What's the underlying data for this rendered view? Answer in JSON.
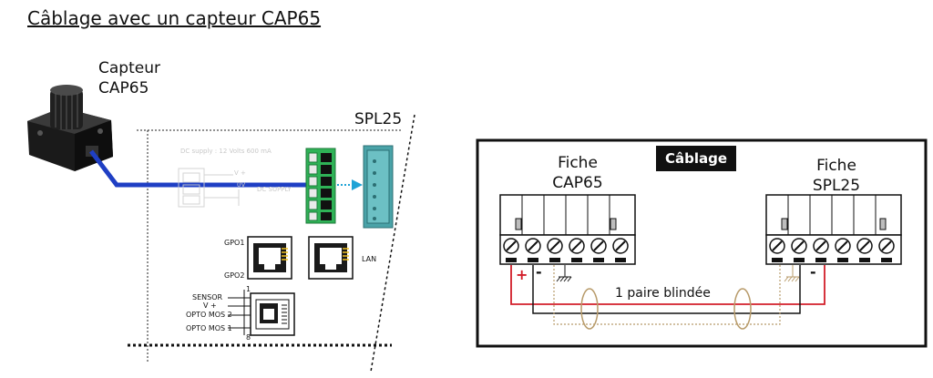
{
  "title": "Câblage avec un  capteur CAP65",
  "sensor": {
    "line1": "Capteur",
    "line2": "CAP65"
  },
  "device": {
    "name": "SPL25",
    "dc_supply": "DC supply : 12 Volts   600 mA",
    "dc_supply_pins": [
      "V +",
      "0V"
    ],
    "dc_supply_side": "DC SUPPLY",
    "gpo1": "GPO1",
    "gpo2": "GPO2",
    "lan": "LAN",
    "sensor_labels": [
      "SENSOR",
      "V +",
      "OPTO MOS 2",
      "OPTO MOS 1"
    ],
    "pin_numbers": [
      "1",
      "8"
    ]
  },
  "wiring": {
    "title": "Câblage",
    "left_plug": {
      "line1": "Fiche",
      "line2": "CAP65"
    },
    "right_plug": {
      "line1": "Fiche",
      "line2": "SPL25"
    },
    "plus": "+",
    "minus": "-",
    "pair_label": "1 paire blindée"
  },
  "colors": {
    "cable_blue": "#1f3fc4",
    "terminal_green": "#2fb257",
    "connector_teal": "#4aa3a8",
    "arrow_blue": "#1fa3d6",
    "wire_red": "#d21e2a",
    "shield_tan": "#b89b6a"
  }
}
